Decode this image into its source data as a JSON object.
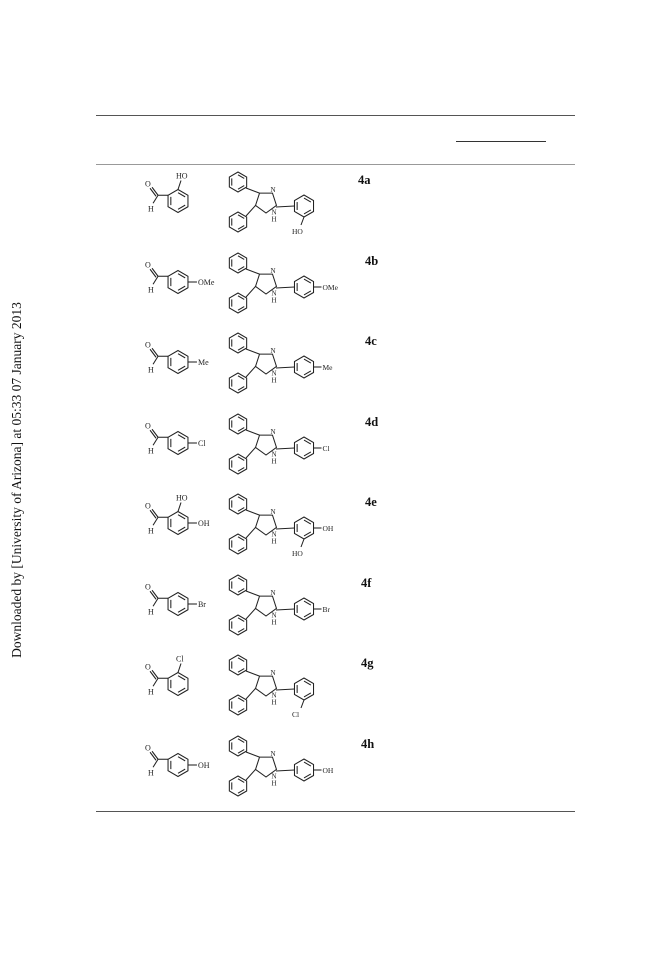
{
  "watermark": "Downloaded by [University of Arizona] at 05:33 07 January 2013",
  "rows": [
    {
      "id": "4a",
      "sub_label": "HO",
      "ortho": true
    },
    {
      "id": "4b",
      "sub_label": "OMe",
      "ortho": false
    },
    {
      "id": "4c",
      "sub_label": "Me",
      "ortho": false
    },
    {
      "id": "4d",
      "sub_label": "Cl",
      "ortho": false
    },
    {
      "id": "4e",
      "sub_label": "HO",
      "para_label": "OH",
      "ortho": true,
      "both": true
    },
    {
      "id": "4f",
      "sub_label": "Br",
      "ortho": false
    },
    {
      "id": "4g",
      "sub_label": "Cl",
      "ortho": true
    },
    {
      "id": "4h",
      "sub_label": "OH",
      "ortho": false
    }
  ],
  "atoms": {
    "oxygen": "O",
    "hydrogen": "H",
    "nitrogen": "N",
    "nh": "H"
  }
}
